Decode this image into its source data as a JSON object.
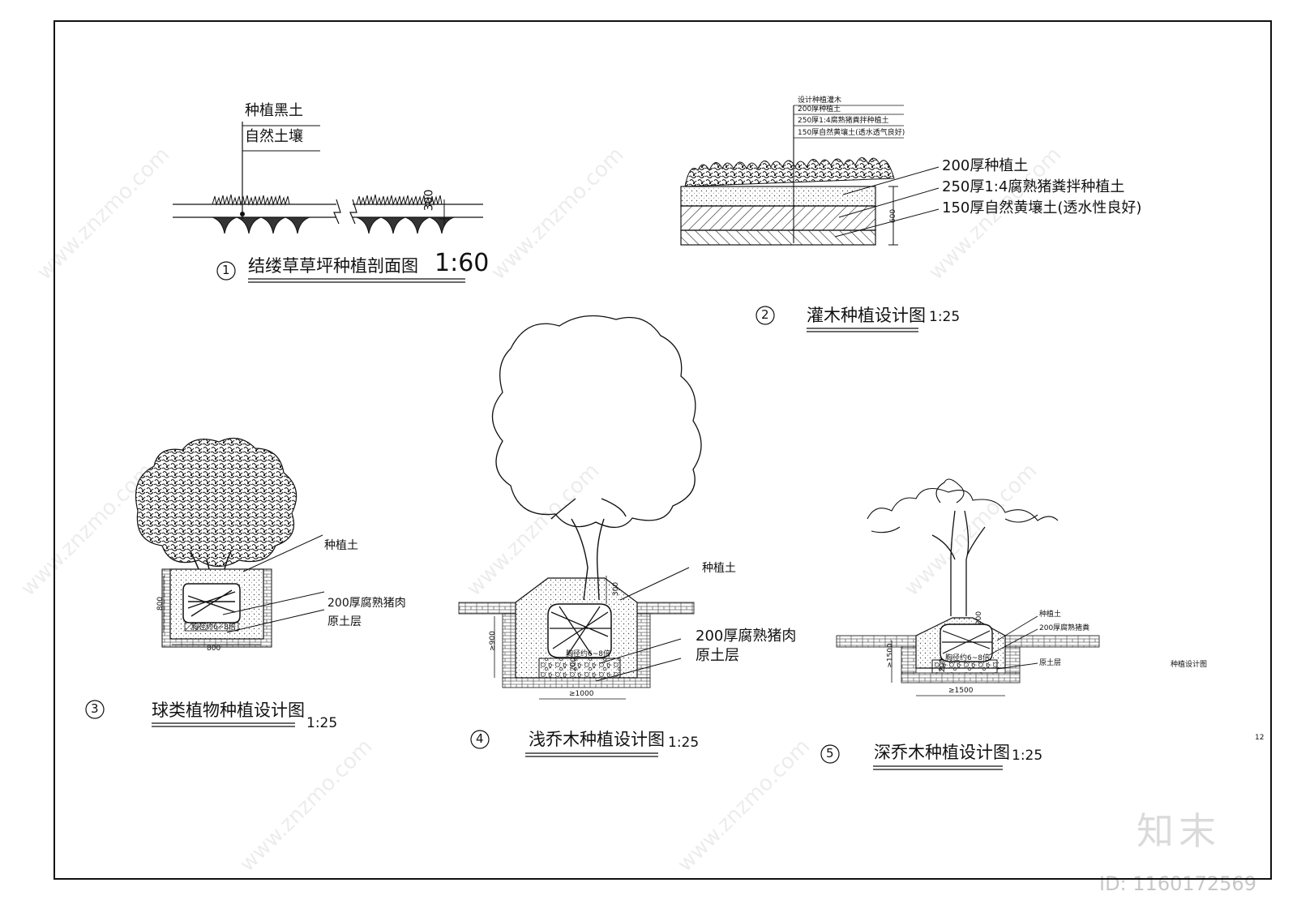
{
  "diagrams": {
    "lawn": {
      "num": "1",
      "title": "结缕草草坪种植剖面图",
      "scale": "1:60",
      "layers": [
        "种植黑土",
        "自然土壤"
      ],
      "dim": "300"
    },
    "shrub": {
      "num": "2",
      "title": "灌木种植设计图",
      "scale": "1:25",
      "small_notes": [
        "设计种植灌木",
        "200厚种植土",
        "250厚1:4腐熟猪粪拌种植土",
        "150厚自然黄壤土(透水透气良好)"
      ],
      "layers": [
        "200厚种植土",
        "250厚1:4腐熟猪粪拌种植土",
        "150厚自然黄壤土(透水性良好)"
      ],
      "dim": "600"
    },
    "ball": {
      "num": "3",
      "title": "球类植物种植设计图",
      "scale": "1:25",
      "labels": [
        "种植土",
        "200厚腐熟猪肉",
        "原土层"
      ],
      "dims": [
        "800",
        "800"
      ],
      "ball_note": "胸径约6~8倍"
    },
    "shallow_tree": {
      "num": "4",
      "title": "浅乔木种植设计图",
      "scale": "1:25",
      "labels": [
        "种植土",
        "200厚腐熟猪肉",
        "原土层"
      ],
      "dims": [
        "≥900",
        "≥1000",
        "300",
        "200"
      ],
      "ball_note": "胸径约6~8倍"
    },
    "deep_tree": {
      "num": "5",
      "title": "深乔木种植设计图",
      "scale": "1:25",
      "labels": [
        "种植土",
        "200厚腐熟猪粪",
        "原土层"
      ],
      "dims": [
        "≥1500",
        "≥1500",
        "200",
        "200"
      ],
      "ball_note": "胸径约6~8倍",
      "side_note": "种植设计图"
    }
  },
  "page_number": "12",
  "watermark": {
    "url": "www.znzmo.com",
    "brand": "知末",
    "id": "ID: 1160172569"
  }
}
